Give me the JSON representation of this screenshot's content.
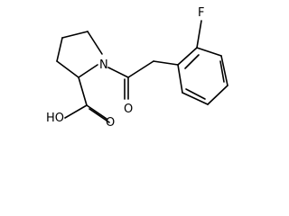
{
  "atoms": {
    "nitrogen": "N",
    "carbonyl_oxygen": "O",
    "acid_oxygen": "O",
    "hydroxyl": "HO",
    "fluorine": "F"
  }
}
